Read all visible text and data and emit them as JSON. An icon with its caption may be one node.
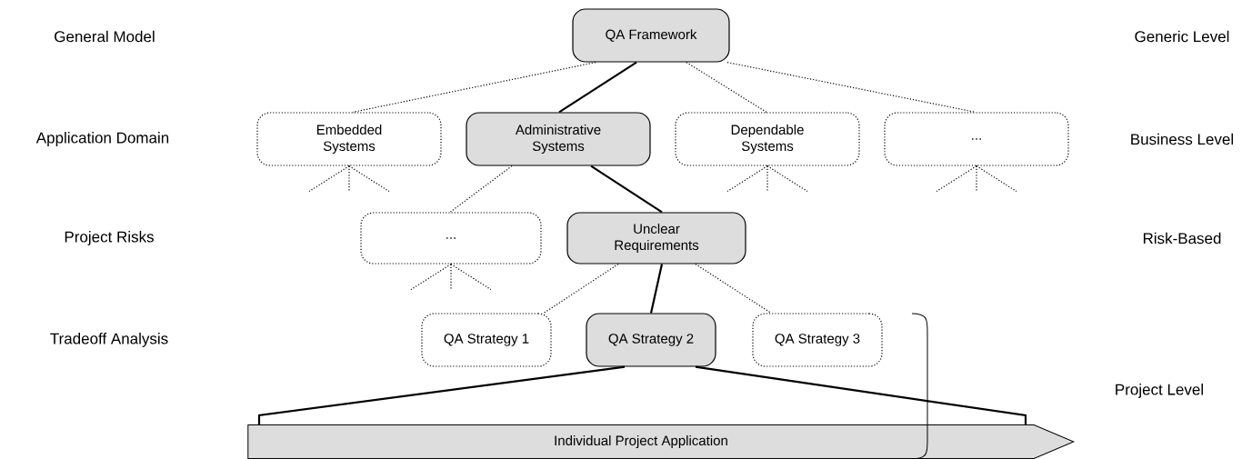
{
  "diagram": {
    "nodes": [
      {
        "text": [
          "QA Framework"
        ]
      },
      {
        "text": [
          "Embedded Systems"
        ]
      },
      {
        "text": [
          "Administrative Systems"
        ]
      },
      {
        "text": [
          "Dependable Systems"
        ]
      },
      {
        "text": [
          "..."
        ]
      },
      {
        "text": [
          "..."
        ]
      },
      {
        "text": [
          "Unclear Requirements"
        ]
      },
      {
        "text": [
          "QA Strategy 1"
        ]
      },
      {
        "text": [
          "QA Strategy 2"
        ]
      },
      {
        "text": [
          "QA Strategy 3"
        ]
      },
      {
        "text": [
          "Individual Project Application"
        ]
      }
    ],
    "edges": [
      {
        "from": 0,
        "to": 1,
        "arrow": "none",
        "style": "dashed"
      },
      {
        "from": 0,
        "to": 2,
        "arrow": "none"
      },
      {
        "from": 0,
        "to": 3,
        "arrow": "none",
        "style": "dashed"
      },
      {
        "from": 0,
        "to": 4,
        "arrow": "none",
        "style": "dashed"
      },
      {
        "from": 1,
        "to": null,
        "arrow": "none",
        "style": "dashed"
      },
      {
        "from": 1,
        "to": null,
        "arrow": "none",
        "style": "dashed"
      },
      {
        "from": 1,
        "to": null,
        "arrow": "none",
        "style": "dashed"
      },
      {
        "from": 3,
        "to": null,
        "arrow": "none",
        "style": "dashed"
      },
      {
        "from": 3,
        "to": null,
        "arrow": "none",
        "style": "dashed"
      },
      {
        "from": 3,
        "to": null,
        "arrow": "none",
        "style": "dashed"
      },
      {
        "from": 4,
        "to": null,
        "arrow": "none",
        "style": "dashed"
      },
      {
        "from": 4,
        "to": null,
        "arrow": "none",
        "style": "dashed"
      },
      {
        "from": 4,
        "to": null,
        "arrow": "none",
        "style": "dashed"
      },
      {
        "from": 2,
        "to": 5,
        "arrow": "none",
        "style": "dashed"
      },
      {
        "from": 2,
        "to": 6,
        "arrow": "none"
      },
      {
        "from": 5,
        "to": null,
        "arrow": "none",
        "style": "dashed"
      },
      {
        "from": 5,
        "to": null,
        "arrow": "none",
        "style": "dashed"
      },
      {
        "from": 5,
        "to": null,
        "arrow": "none",
        "style": "dashed"
      },
      {
        "from": 6,
        "to": 7,
        "arrow": "none",
        "style": "dashed"
      },
      {
        "from": 6,
        "to": 8,
        "arrow": "none"
      },
      {
        "from": 6,
        "to": 9,
        "arrow": "none",
        "style": "dashed"
      },
      {
        "from": 8,
        "to": 10,
        "arrow": "none"
      },
      {
        "from": 8,
        "to": 10,
        "arrow": "none"
      }
    ],
    "labels": [
      "General Model",
      "Generic Level",
      "Application Domain",
      "Business Level",
      "Project Risks",
      "Risk-Based",
      "Tradeoff Analysis",
      "Project Level"
    ]
  }
}
